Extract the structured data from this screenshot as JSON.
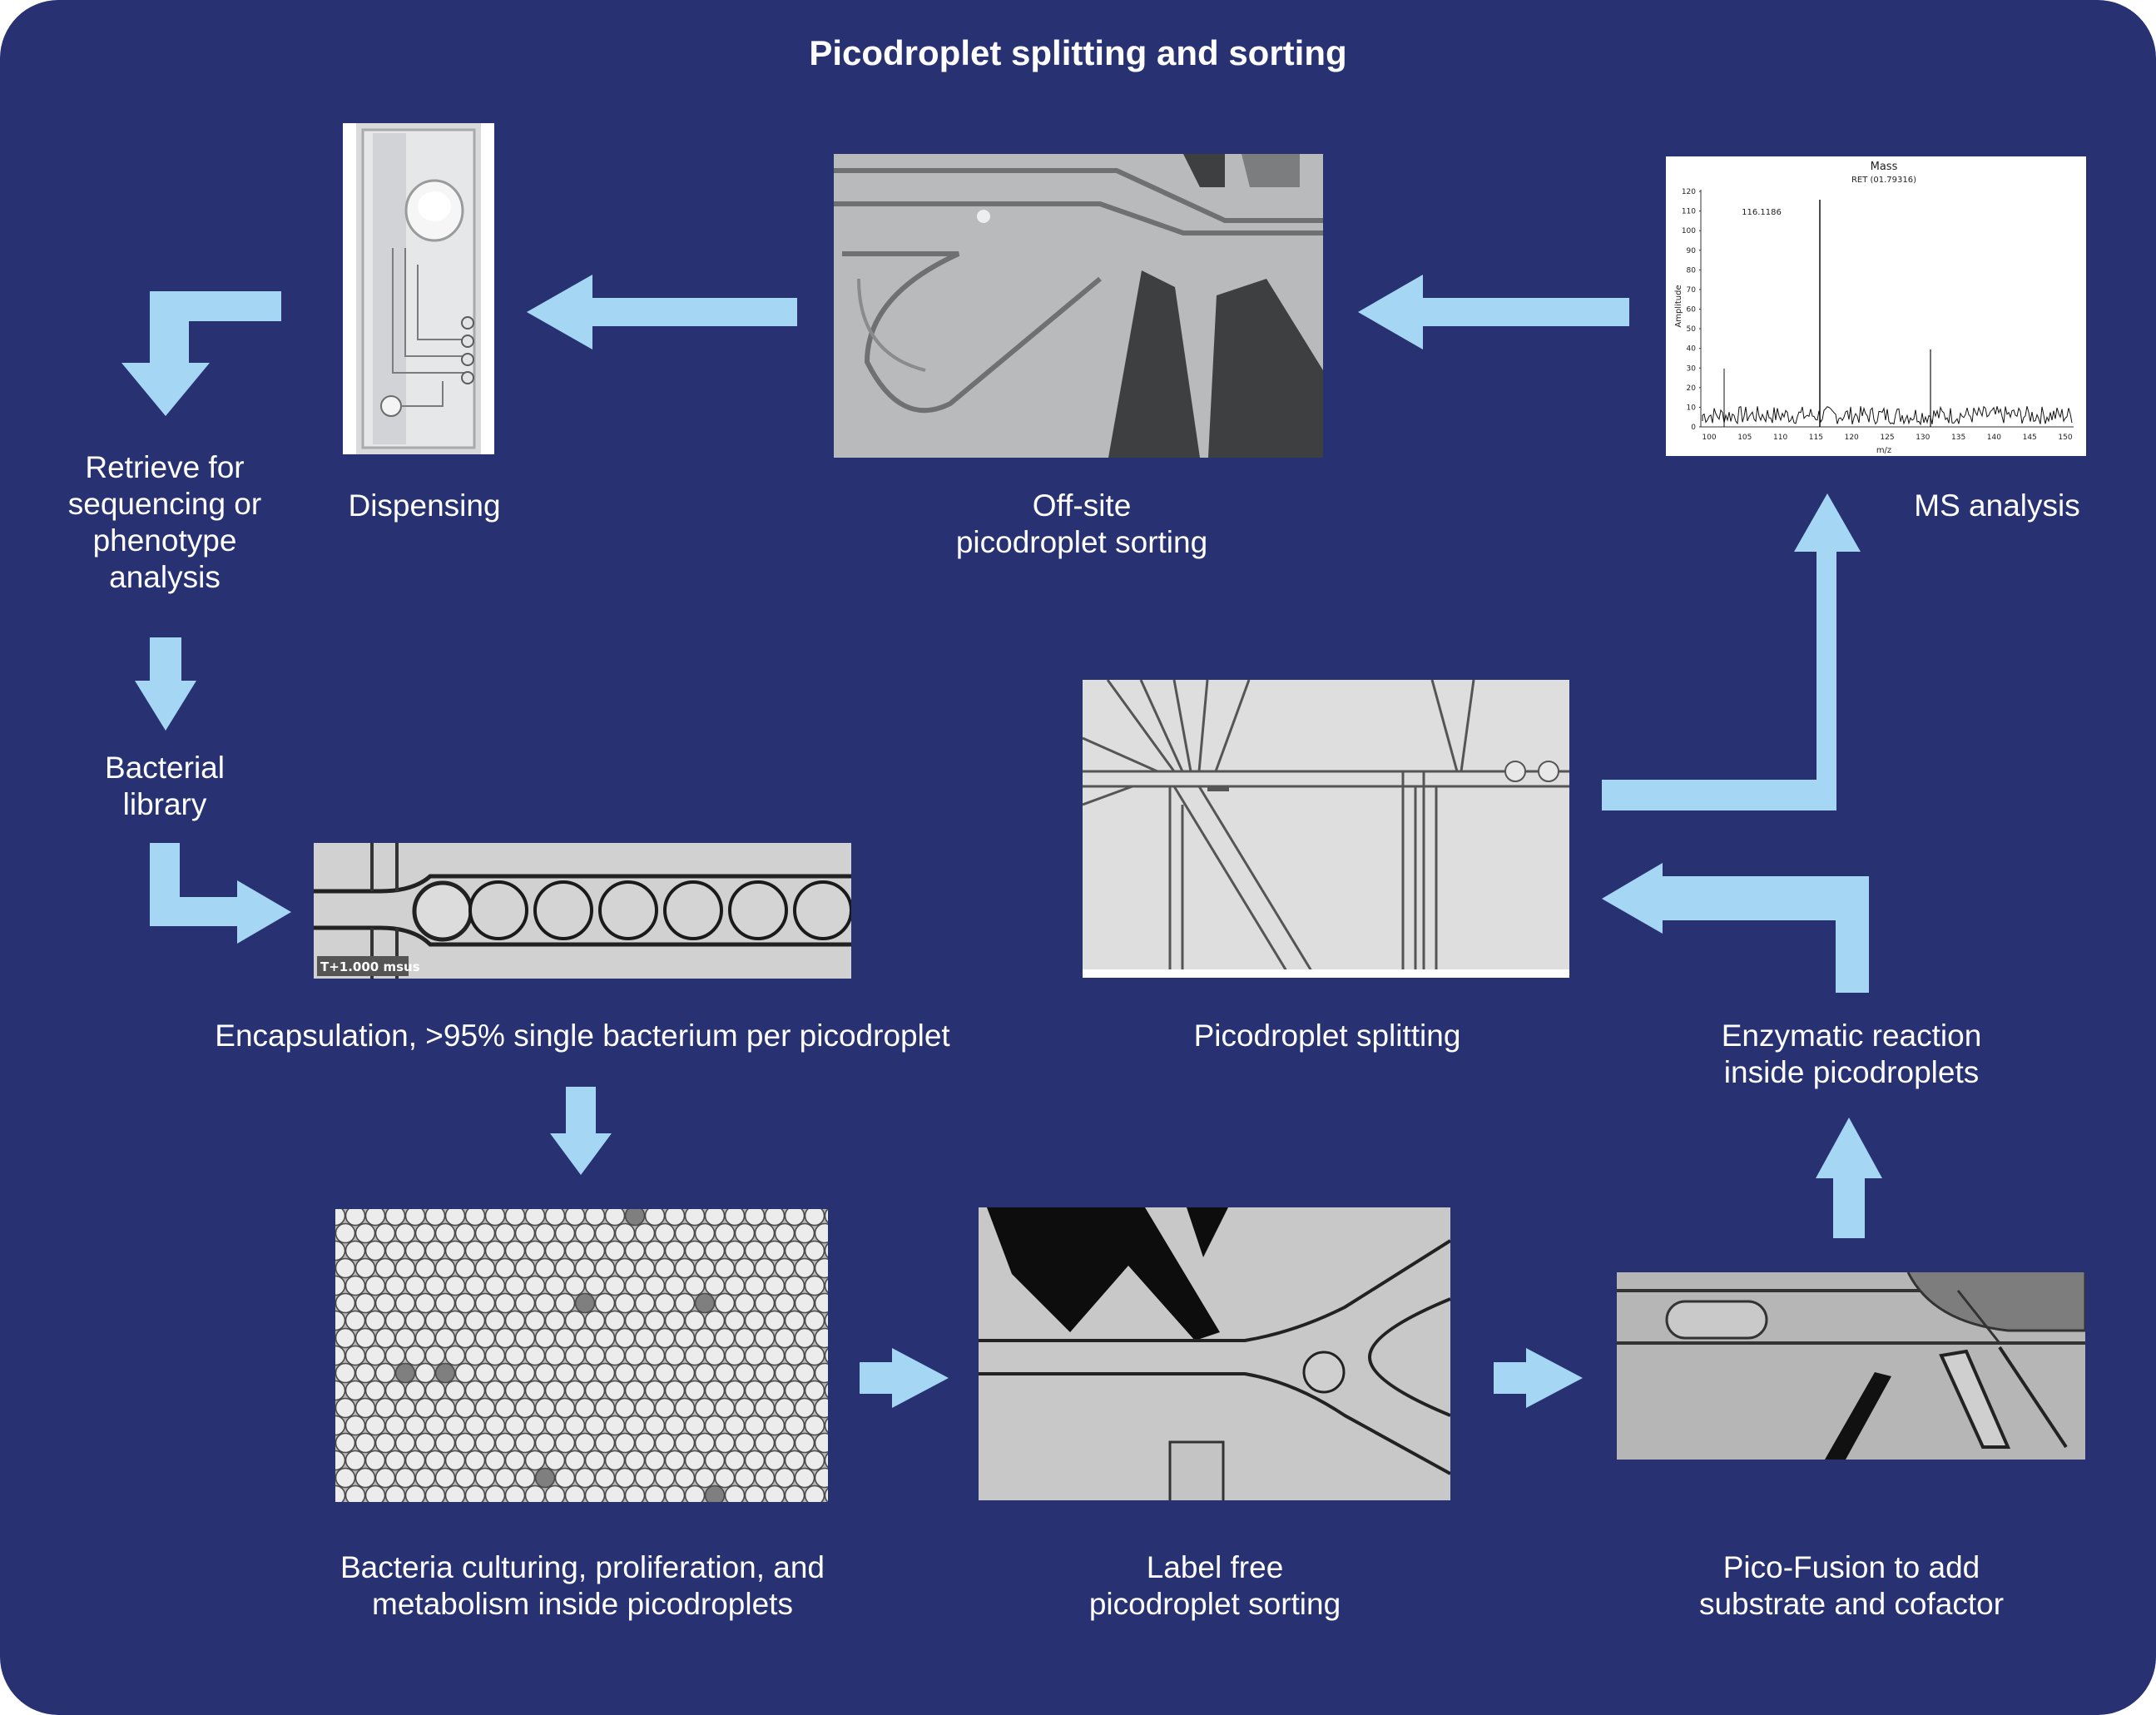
{
  "title": "Picodroplet splitting and sorting",
  "labels": {
    "retrieve": [
      "Retrieve for",
      "sequencing or",
      "phenotype",
      "analysis"
    ],
    "dispensing": "Dispensing",
    "offsite": [
      "Off-site",
      "picodroplet sorting"
    ],
    "ms": "MS analysis",
    "library": [
      "Bacterial",
      "library"
    ],
    "encapsulation": "Encapsulation, >95% single bacterium per picodroplet",
    "splitting": "Picodroplet splitting",
    "enzymatic": [
      "Enzymatic reaction",
      "inside picodroplets"
    ],
    "culturing": [
      "Bacteria culturing, proliferation, and",
      "metabolism inside picodroplets"
    ],
    "labelfree": [
      "Label free",
      "picodroplet sorting"
    ],
    "picofusion": [
      "Pico-Fusion to add",
      "substrate and cofactor"
    ]
  },
  "images": {
    "ms_spectrum": {
      "title": "Mass",
      "subtitle": "RET (01.79316)",
      "ylabel": "Amplitude",
      "xlabel": "m/z",
      "peak_label": "116.1186",
      "yticks": [
        "0",
        "10",
        "20",
        "30",
        "40",
        "50",
        "60",
        "70",
        "80",
        "90",
        "100",
        "110",
        "120"
      ],
      "xticks": [
        "100",
        "105",
        "110",
        "115",
        "120",
        "125",
        "130",
        "135",
        "140",
        "145",
        "150"
      ]
    },
    "encapsulation_timestamp": "T+1.000 msus"
  },
  "colors": {
    "panel": "#283172",
    "arrow": "#a5d7f5",
    "text": "#ffffff"
  }
}
